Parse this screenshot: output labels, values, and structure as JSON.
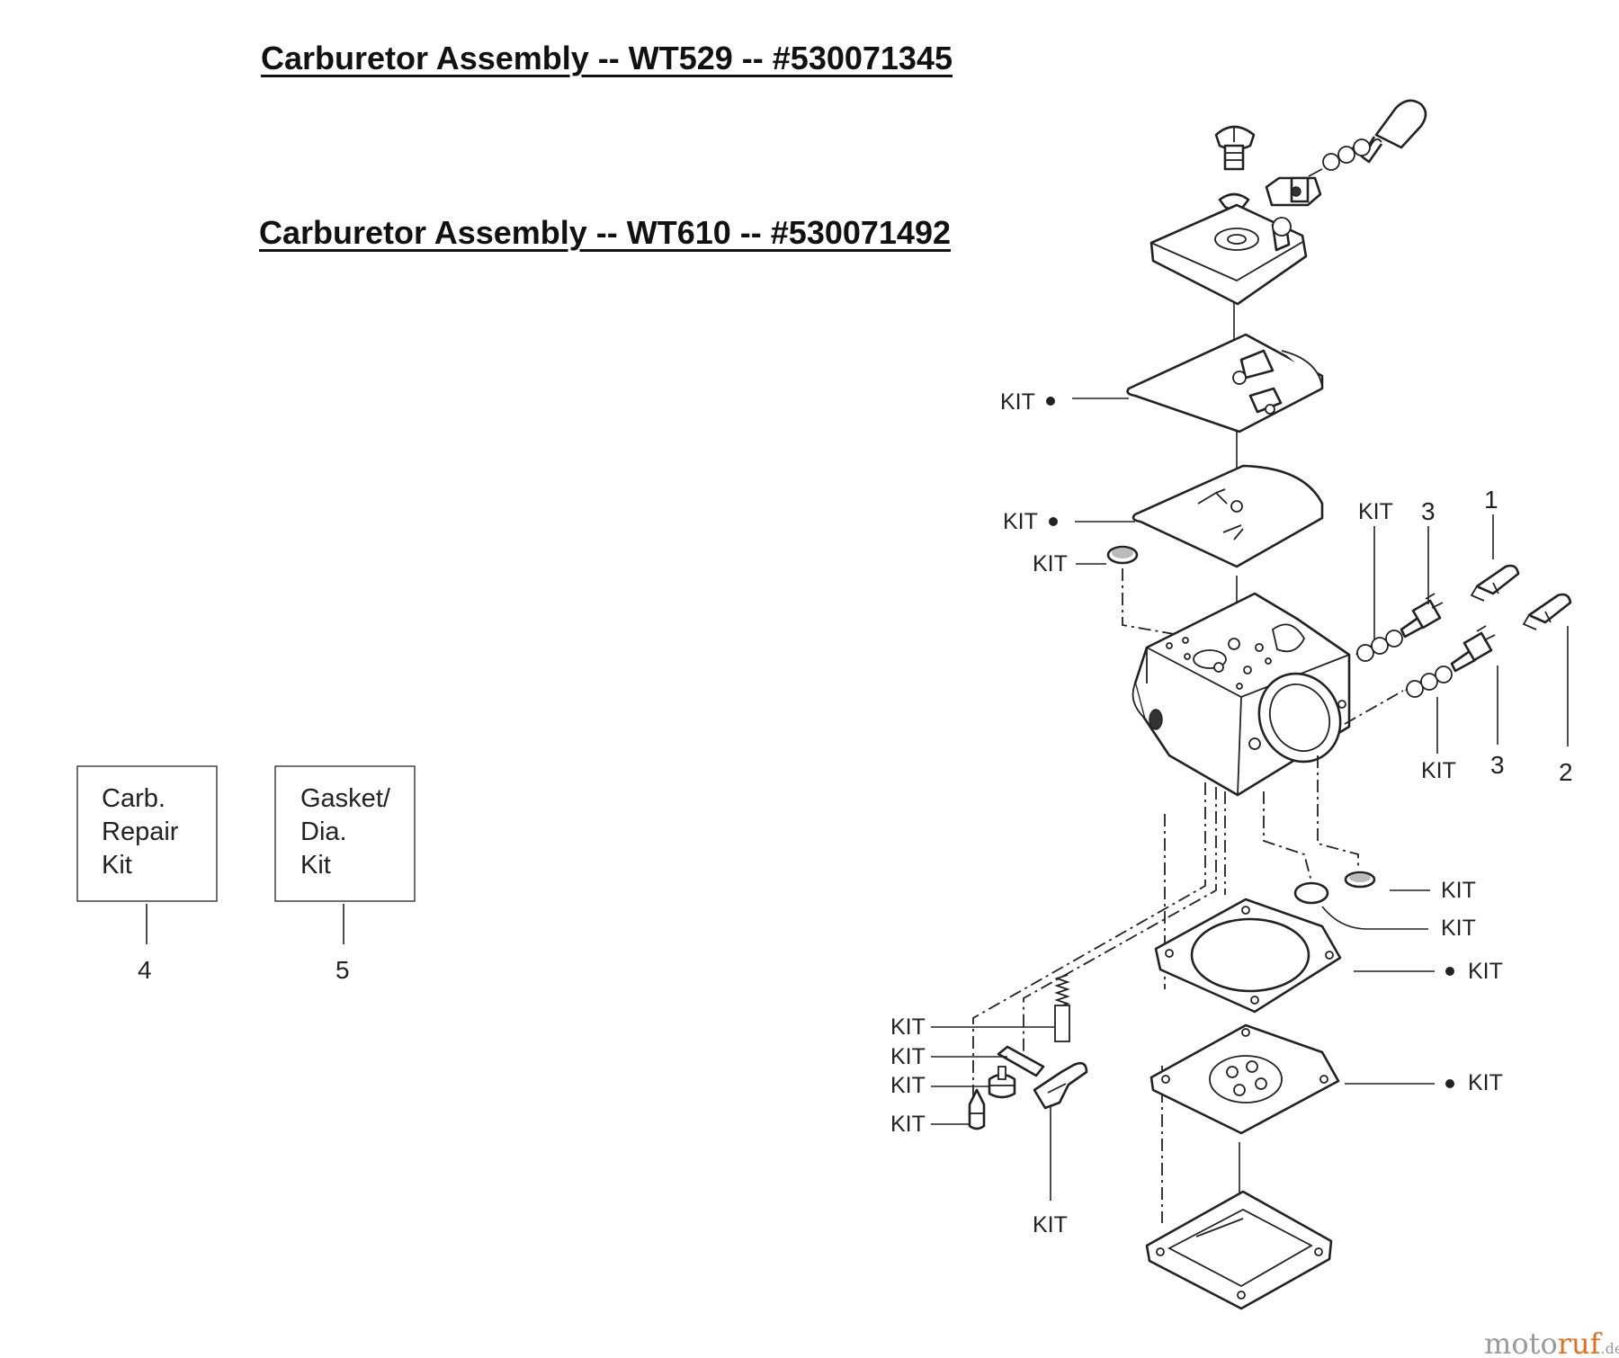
{
  "titles": [
    "Carburetor Assembly -- WT529 -- #530071345",
    "Carburetor Assembly -- WT610 -- #530071492"
  ],
  "kit_boxes": [
    {
      "lines": [
        "Carb.",
        "Repair",
        "Kit"
      ],
      "number": "4"
    },
    {
      "lines": [
        "Gasket/",
        "Dia.",
        "Kit"
      ],
      "number": "5"
    }
  ],
  "callouts": {
    "kit_pump_gasket": "KIT",
    "kit_pump_diaphragm": "KIT",
    "kit_screen": "KIT",
    "kit_spring_upper": "KIT",
    "kit_spring_lower": "KIT",
    "kit_plug": "KIT",
    "kit_oring": "KIT",
    "kit_gasket": "KIT",
    "kit_diaphragm": "KIT",
    "kit_lever_spring": "KIT",
    "kit_lever_pin": "KIT",
    "kit_screw": "KIT",
    "kit_needle": "KIT",
    "kit_lever": "KIT",
    "num_1": "1",
    "num_2": "2",
    "num_3_upper": "3",
    "num_3_lower": "3"
  },
  "watermark": {
    "part1": "moto",
    "part2": "ruf",
    "suffix": ".de"
  }
}
